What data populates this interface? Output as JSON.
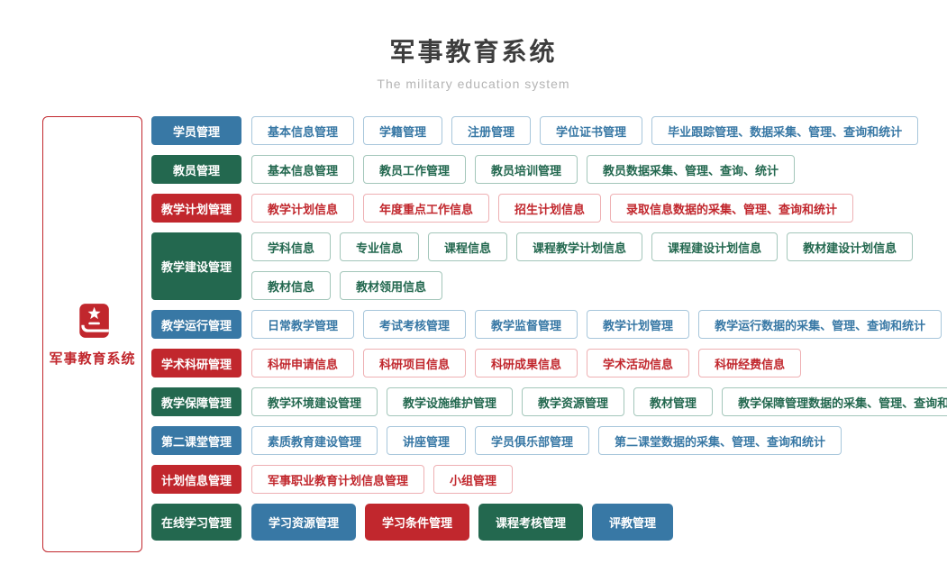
{
  "page": {
    "title": "军事教育系统",
    "subtitle": "The military education system"
  },
  "palette": {
    "blue": "#3878a5",
    "green": "#23684f",
    "red": "#c1272d",
    "blue_border": "#a7c6db",
    "green_border": "#a3c6ba",
    "red_border": "#eeb0b3",
    "title_color": "#3d3d3d",
    "subtitle_color": "#b4b4b4"
  },
  "side_panel": {
    "label": "军事教育系统",
    "icon": "book-star-icon"
  },
  "rows": [
    {
      "category": "学员管理",
      "color": "blue",
      "items": [
        "基本信息管理",
        "学籍管理",
        "注册管理",
        "学位证书管理",
        "毕业跟踪管理、数据采集、管理、查询和统计"
      ]
    },
    {
      "category": "教员管理",
      "color": "green",
      "items": [
        "基本信息管理",
        "教员工作管理",
        "教员培训管理",
        "教员数据采集、管理、查询、统计"
      ]
    },
    {
      "category": "教学计划管理",
      "color": "red",
      "items": [
        "教学计划信息",
        "年度重点工作信息",
        "招生计划信息",
        "录取信息数据的采集、管理、查询和统计"
      ]
    },
    {
      "category": "教学建设管理",
      "color": "green",
      "items": [
        "学科信息",
        "专业信息",
        "课程信息",
        "课程教学计划信息",
        "课程建设计划信息",
        "教材建设计划信息"
      ],
      "items_line2": [
        "教材信息",
        "教材领用信息"
      ]
    },
    {
      "category": "教学运行管理",
      "color": "blue",
      "items": [
        "日常教学管理",
        "考试考核管理",
        "教学监督管理",
        "教学计划管理",
        "教学运行数据的采集、管理、查询和统计"
      ]
    },
    {
      "category": "学术科研管理",
      "color": "red",
      "items": [
        "科研申请信息",
        "科研项目信息",
        "科研成果信息",
        "学术活动信息",
        "科研经费信息"
      ]
    },
    {
      "category": "教学保障管理",
      "color": "green",
      "items": [
        "教学环境建设管理",
        "教学设施维护管理",
        "教学资源管理",
        "教材管理",
        "教学保障管理数据的采集、管理、查询和统计"
      ]
    },
    {
      "category": "第二课堂管理",
      "color": "blue",
      "items": [
        "素质教育建设管理",
        "讲座管理",
        "学员俱乐部管理",
        "第二课堂数据的采集、管理、查询和统计"
      ]
    },
    {
      "category": "计划信息管理",
      "color": "red",
      "items": [
        "军事职业教育计划信息管理",
        "小组管理"
      ]
    },
    {
      "category": "在线学习管理",
      "color": "green",
      "items": [
        {
          "label": "学习资源管理",
          "fill": "blue"
        },
        {
          "label": "学习条件管理",
          "fill": "red"
        },
        {
          "label": "课程考核管理",
          "fill": "green"
        },
        {
          "label": "评教管理",
          "fill": "blue"
        }
      ]
    }
  ]
}
